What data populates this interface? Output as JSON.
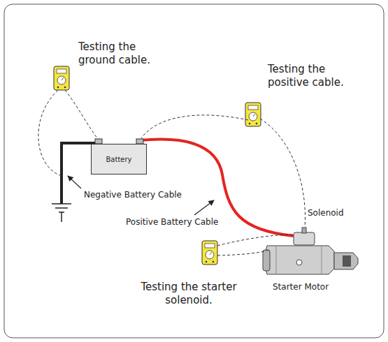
{
  "diagram": {
    "nodes": [
      {
        "text": [
          "Battery"
        ]
      }
    ],
    "labels": [
      "Testing the ground cable.",
      "Testing the positive cable.",
      "Negative Battery Cable",
      "Positive Battery Cable",
      "Solenoid",
      "Starter Motor",
      "Testing the starter solenoid."
    ]
  }
}
